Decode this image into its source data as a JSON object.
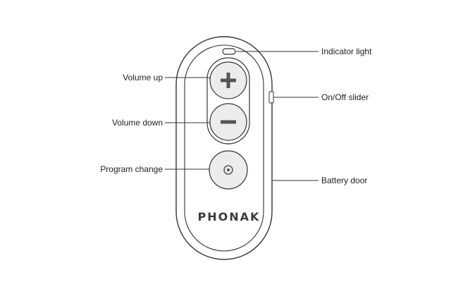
{
  "labels": {
    "indicator_light": "Indicator light",
    "volume_up": "Volume up",
    "on_off_slider": "On/Off slider",
    "volume_down": "Volume down",
    "program_change": "Program change",
    "battery_door": "Battery door"
  },
  "brand": "PHONAK",
  "icons": {
    "volume_up": "plus-icon",
    "volume_down": "minus-icon",
    "program_change": "circle-dot-icon",
    "indicator": "pill-light-icon"
  },
  "colors": {
    "outline": "#333333",
    "button_fill": "#ececec",
    "text": "#222222"
  }
}
